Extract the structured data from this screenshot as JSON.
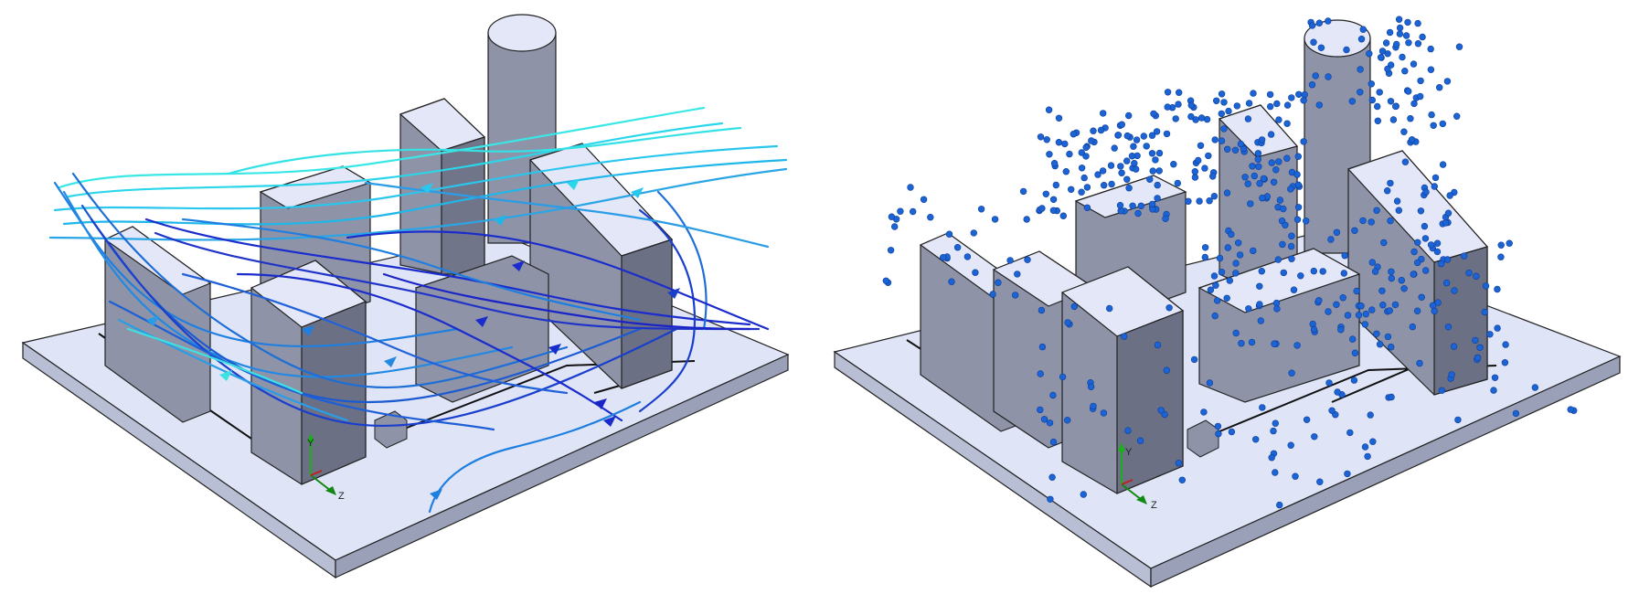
{
  "left_view": {
    "triad": {
      "y_label": "Y",
      "z_label": "Z"
    }
  },
  "right_view": {
    "triad": {
      "y_label": "Y",
      "z_label": "Z"
    }
  },
  "colors": {
    "background": "#ffffff",
    "ground_top": "#dfe4f7",
    "ground_side": "#b3b9cf",
    "building_light": "#e3e7f8",
    "building_mid": "#8e93a8",
    "building_dark": "#6b7085",
    "streamline_cyan": "#2ff0ea",
    "streamline_blue": "#1f7fe0",
    "streamline_deep": "#1a2ccc",
    "particle": "#1c63d3",
    "axis_y": "#1ab01a",
    "axis_z": "#118811"
  }
}
